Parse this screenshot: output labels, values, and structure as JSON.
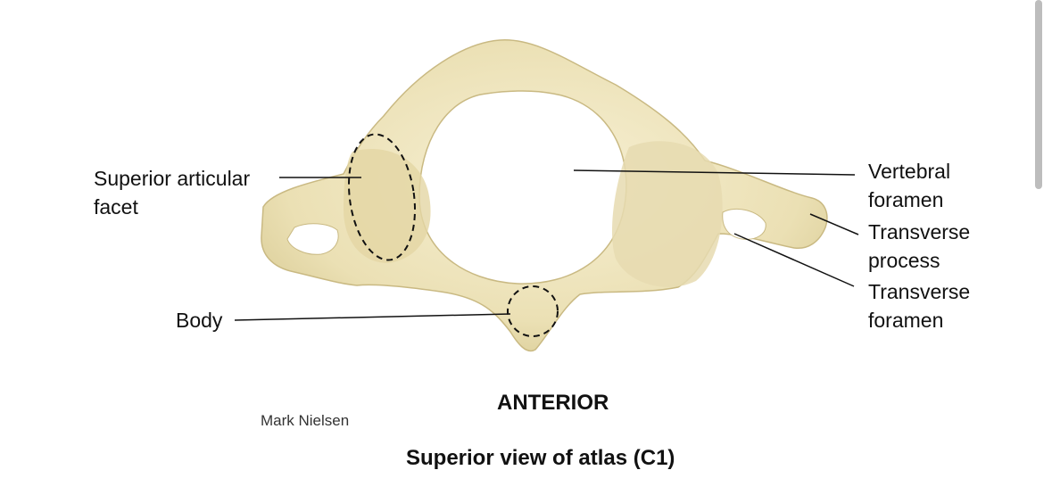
{
  "labels": {
    "superior_articular_facet": {
      "line1": "Superior articular",
      "line2": "facet"
    },
    "body": "Body",
    "vertebral_foramen": {
      "line1": "Vertebral",
      "line2": "foramen"
    },
    "transverse_process": {
      "line1": "Transverse",
      "line2": "process"
    },
    "transverse_foramen": {
      "line1": "Transverse",
      "line2": "foramen"
    }
  },
  "orientation": "ANTERIOR",
  "credit": "Mark Nielsen",
  "caption": "Superior view of atlas (C1)",
  "colors": {
    "bone": "#efe6bf",
    "bone_shadow": "#cfc188",
    "line": "#111111"
  }
}
